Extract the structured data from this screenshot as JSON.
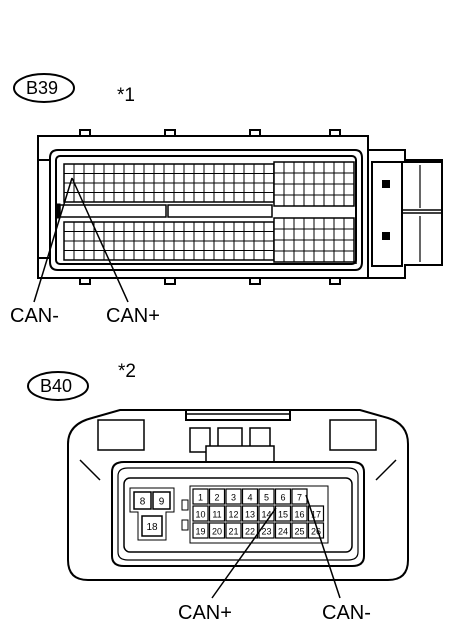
{
  "connector_b39": {
    "id": "B39",
    "note": "*1",
    "pin_labels": [
      "CAN-",
      "CAN+"
    ]
  },
  "connector_b40": {
    "id": "B40",
    "note": "*2",
    "small_pins": [
      "8",
      "9",
      "18"
    ],
    "pin_rows": [
      [
        "1",
        "2",
        "3",
        "4",
        "5",
        "6",
        "7"
      ],
      [
        "10",
        "11",
        "12",
        "13",
        "14",
        "15",
        "16",
        "17"
      ],
      [
        "19",
        "20",
        "21",
        "22",
        "23",
        "24",
        "25",
        "26"
      ]
    ],
    "pin_labels": [
      "CAN+",
      "CAN-"
    ]
  }
}
